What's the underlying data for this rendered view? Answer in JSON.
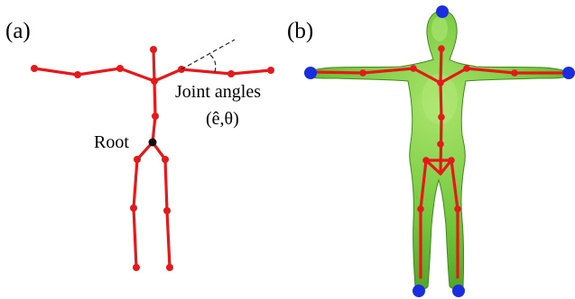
{
  "panel_a": {
    "label": "(a)",
    "annotations": {
      "joint_angles": "Joint angles",
      "angle_params": "(ê,θ)",
      "root": "Root"
    }
  },
  "panel_b": {
    "label": "(b)"
  },
  "colors": {
    "skeleton": "#e8181a",
    "root_joint": "#111111",
    "end_effector": "#1a2de0",
    "body_mesh": "#7ccf3e"
  }
}
